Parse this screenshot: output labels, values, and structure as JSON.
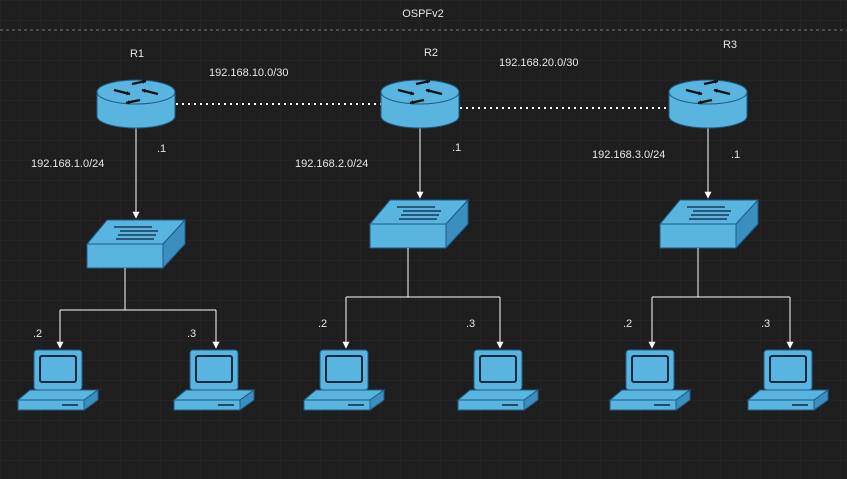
{
  "title": "OSPFv2",
  "colors": {
    "background": "#1e1e1e",
    "grid": "#2b2b2b",
    "device_fill": "#5ab4e0",
    "device_dark": "#1c5d85",
    "line": "#ffffff",
    "text": "#e6e6e6"
  },
  "links": {
    "r1_r2": "192.168.10.0/30",
    "r2_r3": "192.168.20.0/30"
  },
  "sites": [
    {
      "router": "R1",
      "subnet": "192.168.1.0/24",
      "gateway": ".1",
      "hosts": [
        ".2",
        ".3"
      ]
    },
    {
      "router": "R2",
      "subnet": "192.168.2.0/24",
      "gateway": ".1",
      "hosts": [
        ".2",
        ".3"
      ]
    },
    {
      "router": "R3",
      "subnet": "192.168.3.0/24",
      "gateway": ".1",
      "hosts": [
        ".2",
        ".3"
      ]
    }
  ],
  "icons": {
    "router": "router-icon",
    "switch": "switch-icon",
    "pc": "pc-icon"
  }
}
